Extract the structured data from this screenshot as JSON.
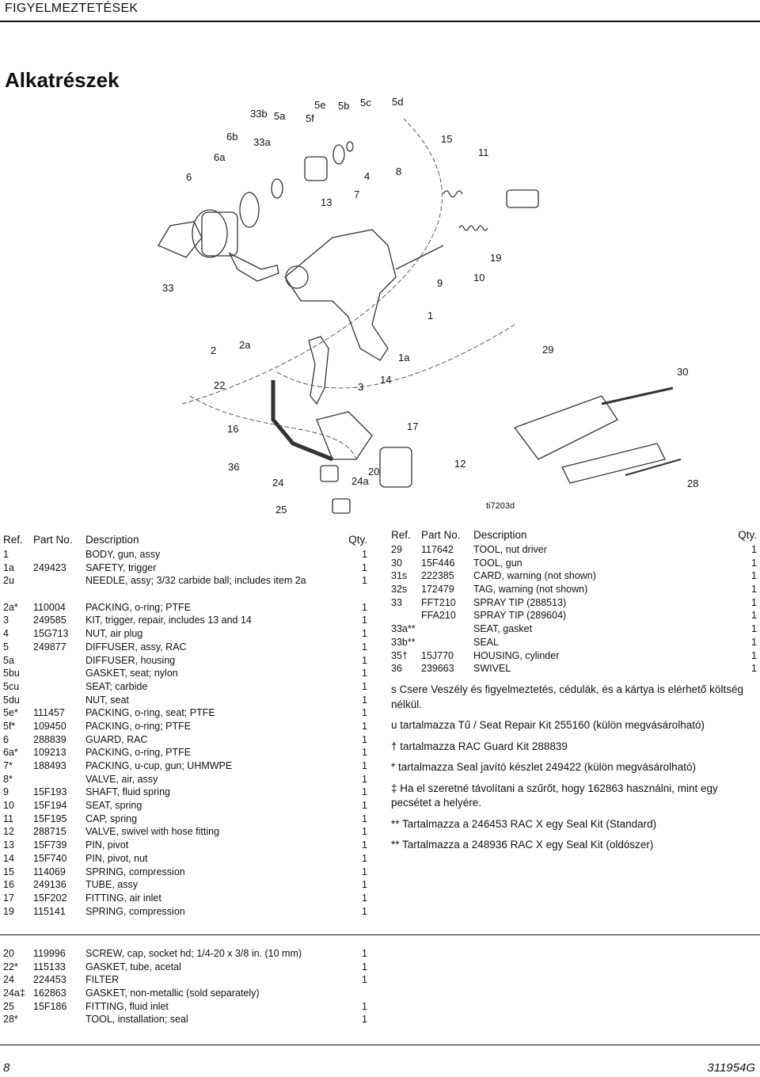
{
  "header": {
    "section": "FIGYELMEZTETÉSEK"
  },
  "title": "Alkatrészek",
  "diagram": {
    "callouts": [
      "6",
      "6a",
      "6b",
      "33b",
      "5a",
      "33a",
      "5f",
      "5e",
      "5b",
      "5c",
      "5d",
      "15",
      "11",
      "13",
      "4",
      "7",
      "8",
      "33",
      "19",
      "10",
      "9",
      "1",
      "2",
      "2a",
      "1a",
      "29",
      "30",
      "22",
      "3",
      "14",
      "16",
      "17",
      "36",
      "24",
      "24a",
      "20",
      "12",
      "28",
      "25"
    ],
    "figure_id": "ti7203d"
  },
  "table_header": {
    "ref": "Ref.",
    "part_no": "Part No.",
    "description": "Description",
    "qty": "Qty."
  },
  "parts_left": [
    {
      "ref": "1",
      "part_no": "",
      "desc": "BODY, gun, assy",
      "qty": "1"
    },
    {
      "ref": "1a",
      "part_no": "249423",
      "desc": "SAFETY, trigger",
      "qty": "1"
    },
    {
      "ref": "2u",
      "part_no": "",
      "desc": "NEEDLE, assy; 3/32 carbide ball; includes item 2a",
      "qty": "1"
    },
    {
      "ref": "2a*",
      "part_no": "110004",
      "desc": "PACKING, o-ring; PTFE",
      "qty": "1"
    },
    {
      "ref": "3",
      "part_no": "249585",
      "desc": "KIT, trigger, repair, includes 13 and 14",
      "qty": "1"
    },
    {
      "ref": "4",
      "part_no": "15G713",
      "desc": "NUT, air plug",
      "qty": "1"
    },
    {
      "ref": "5",
      "part_no": "249877",
      "desc": "DIFFUSER, assy, RAC",
      "qty": "1"
    },
    {
      "ref": "5a",
      "part_no": "",
      "desc": "DIFFUSER, housing",
      "qty": "1"
    },
    {
      "ref": "5bu",
      "part_no": "",
      "desc": "GASKET, seat; nylon",
      "qty": "1"
    },
    {
      "ref": "5cu",
      "part_no": "",
      "desc": "SEAT; carbide",
      "qty": "1"
    },
    {
      "ref": "5du",
      "part_no": "",
      "desc": "NUT, seat",
      "qty": "1"
    },
    {
      "ref": "5e*",
      "part_no": "111457",
      "desc": "PACKING, o-ring, seat; PTFE",
      "qty": "1"
    },
    {
      "ref": "5f*",
      "part_no": "109450",
      "desc": "PACKING, o-ring; PTFE",
      "qty": "1"
    },
    {
      "ref": "6",
      "part_no": "288839",
      "desc": "GUARD, RAC",
      "qty": "1"
    },
    {
      "ref": "6a*",
      "part_no": "109213",
      "desc": "PACKING, o-ring, PTFE",
      "qty": "1"
    },
    {
      "ref": "7*",
      "part_no": "188493",
      "desc": "PACKING, u-cup, gun; UHMWPE",
      "qty": "1"
    },
    {
      "ref": "8*",
      "part_no": "",
      "desc": "VALVE, air, assy",
      "qty": "1"
    },
    {
      "ref": "9",
      "part_no": "15F193",
      "desc": "SHAFT, fluid spring",
      "qty": "1"
    },
    {
      "ref": "10",
      "part_no": "15F194",
      "desc": "SEAT, spring",
      "qty": "1"
    },
    {
      "ref": "11",
      "part_no": "15F195",
      "desc": "CAP, spring",
      "qty": "1"
    },
    {
      "ref": "12",
      "part_no": "288715",
      "desc": "VALVE, swivel with hose fitting",
      "qty": "1"
    },
    {
      "ref": "13",
      "part_no": "15F739",
      "desc": "PIN, pivot",
      "qty": "1"
    },
    {
      "ref": "14",
      "part_no": "15F740",
      "desc": "PIN, pivot, nut",
      "qty": "1"
    },
    {
      "ref": "15",
      "part_no": "114069",
      "desc": "SPRING, compression",
      "qty": "1"
    },
    {
      "ref": "16",
      "part_no": "249136",
      "desc": "TUBE, assy",
      "qty": "1"
    },
    {
      "ref": "17",
      "part_no": "15F202",
      "desc": "FITTING, air inlet",
      "qty": "1"
    },
    {
      "ref": "19",
      "part_no": "115141",
      "desc": "SPRING, compression",
      "qty": "1"
    }
  ],
  "parts_right": [
    {
      "ref": "29",
      "part_no": "117642",
      "desc": "TOOL, nut driver",
      "qty": "1"
    },
    {
      "ref": "30",
      "part_no": "15F446",
      "desc": "TOOL, gun",
      "qty": "1"
    },
    {
      "ref": "31s",
      "part_no": "222385",
      "desc": "CARD, warning (not shown)",
      "qty": "1"
    },
    {
      "ref": "32s",
      "part_no": "172479",
      "desc": "TAG, warning (not shown)",
      "qty": "1"
    },
    {
      "ref": "33",
      "part_no": "FFT210",
      "desc": "SPRAY TIP (288513)",
      "qty": "1"
    },
    {
      "ref": "",
      "part_no": "FFA210",
      "desc": "SPRAY TIP (289604)",
      "qty": "1"
    },
    {
      "ref": "33a**",
      "part_no": "",
      "desc": "SEAT, gasket",
      "qty": "1"
    },
    {
      "ref": "33b**",
      "part_no": "",
      "desc": "SEAL",
      "qty": "1"
    },
    {
      "ref": "35†",
      "part_no": "15J770",
      "desc": "HOUSING, cylinder",
      "qty": "1"
    },
    {
      "ref": "36",
      "part_no": "239663",
      "desc": "SWIVEL",
      "qty": "1"
    }
  ],
  "footnotes": [
    "s Csere Veszély és figyelmeztetés, cédulák, és a kártya is elérhető költség nélkül.",
    "u tartalmazza Tű / Seat Repair Kit 255160 (külön megvásárolható)",
    "† tartalmazza RAC Guard Kit 288839",
    "* tartalmazza Seal javító készlet 249422 (külön megvásárolható)",
    "‡ Ha el szeretné távolítani a szűrőt, hogy 162863 használni, mint egy pecsétet a helyére.",
    "** Tartalmazza a 246453 RAC X egy Seal Kit (Standard)",
    "** Tartalmazza a 248936 RAC X egy Seal Kit (oldószer)"
  ],
  "parts_bottom": [
    {
      "ref": "20",
      "part_no": "119996",
      "desc": "SCREW, cap, socket hd; 1/4-20 x 3/8 in. (10 mm)",
      "qty": "1"
    },
    {
      "ref": "22*",
      "part_no": "115133",
      "desc": "GASKET, tube, acetal",
      "qty": "1"
    },
    {
      "ref": "24",
      "part_no": "224453",
      "desc": "FILTER",
      "qty": "1"
    },
    {
      "ref": "24a‡",
      "part_no": "162863",
      "desc": "GASKET, non-metallic (sold separately)",
      "qty": ""
    },
    {
      "ref": "25",
      "part_no": "15F186",
      "desc": "FITTING, fluid inlet",
      "qty": "1"
    },
    {
      "ref": "28*",
      "part_no": "",
      "desc": "TOOL, installation; seal",
      "qty": "1"
    }
  ],
  "footer": {
    "page": "8",
    "doc": "311954G"
  }
}
